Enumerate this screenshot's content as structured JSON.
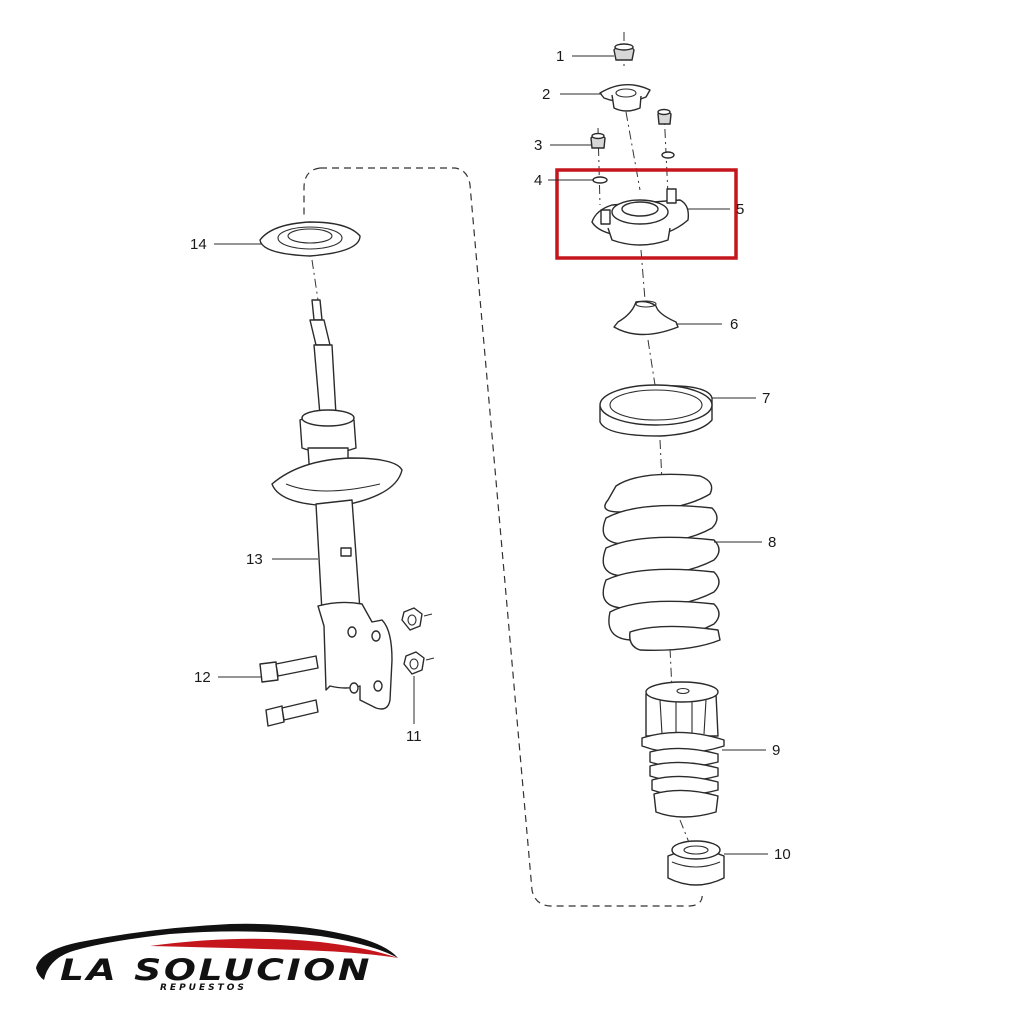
{
  "callouts": [
    {
      "id": "1",
      "label": "1"
    },
    {
      "id": "2",
      "label": "2"
    },
    {
      "id": "3",
      "label": "3"
    },
    {
      "id": "4",
      "label": "4"
    },
    {
      "id": "5",
      "label": "5"
    },
    {
      "id": "6",
      "label": "6"
    },
    {
      "id": "7",
      "label": "7"
    },
    {
      "id": "8",
      "label": "8"
    },
    {
      "id": "9",
      "label": "9"
    },
    {
      "id": "10",
      "label": "10"
    },
    {
      "id": "11",
      "label": "11"
    },
    {
      "id": "12",
      "label": "12"
    },
    {
      "id": "13",
      "label": "13"
    },
    {
      "id": "14",
      "label": "14"
    }
  ],
  "highlight": {
    "target": "5",
    "color": "#c4161c"
  },
  "brand": {
    "name": "LA SOLUCION",
    "tagline": "REPUESTOS",
    "swoosh_color": "#c4161c",
    "text_color": "#111111"
  }
}
